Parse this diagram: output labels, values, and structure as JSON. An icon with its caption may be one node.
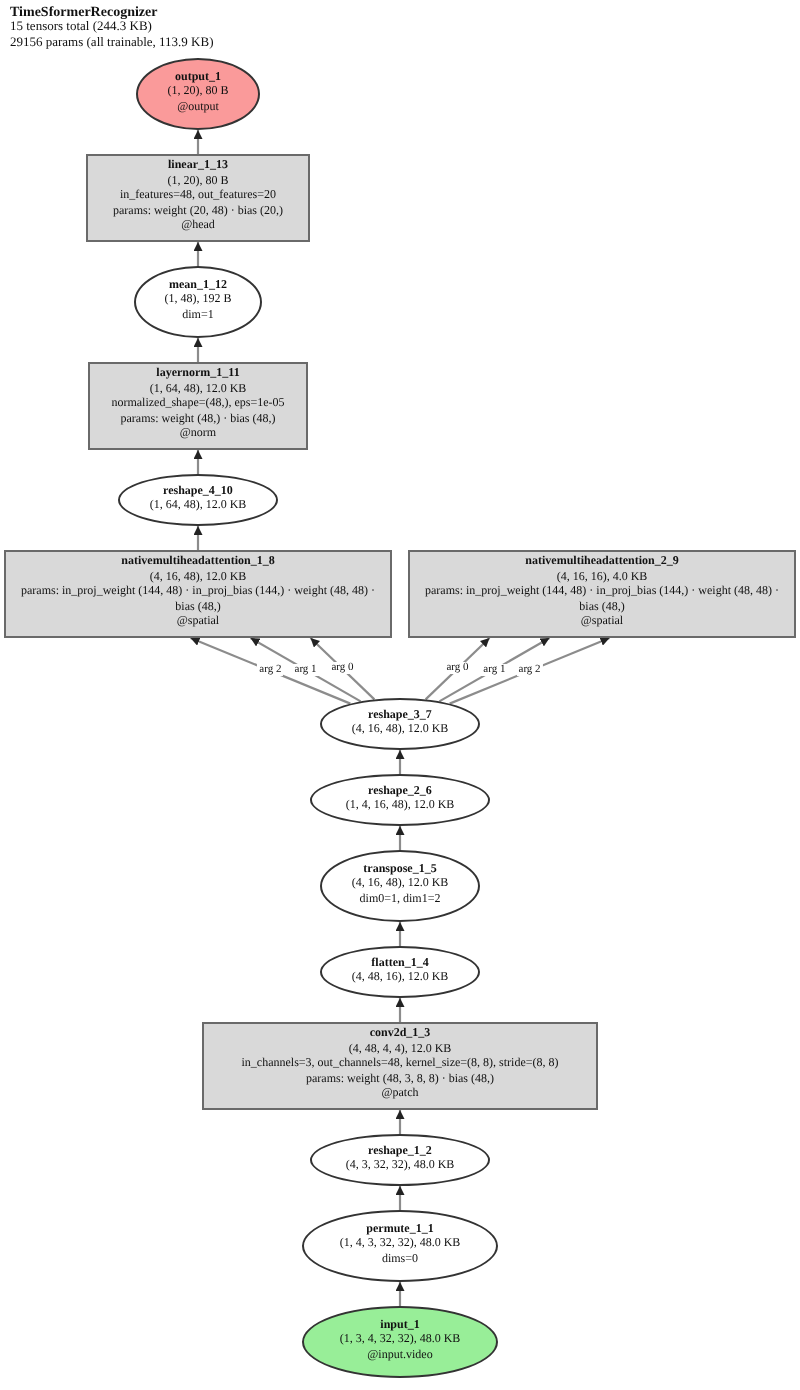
{
  "diagram": {
    "title": "TimeSformerRecognizer",
    "labels": [
      "15 tensors total (244.3 KB)",
      "29156 params (all trainable, 113.9 KB)"
    ],
    "nodes": [
      {
        "text": [
          "output_1",
          "(1, 20), 80 B",
          "@output"
        ]
      },
      {
        "text": [
          "linear_1_13",
          "(1, 20), 80 B",
          "in_features=48, out_features=20",
          "params: weight (20, 48) · bias (20,)",
          "@head"
        ]
      },
      {
        "text": [
          "mean_1_12",
          "(1, 48), 192 B",
          "dim=1"
        ]
      },
      {
        "text": [
          "layernorm_1_11",
          "(1, 64, 48), 12.0 KB",
          "normalized_shape=(48,), eps=1e-05",
          "params: weight (48,) · bias (48,)",
          "@norm"
        ]
      },
      {
        "text": [
          "reshape_4_10",
          "(1, 64, 48), 12.0 KB"
        ]
      },
      {
        "text": [
          "nativemultiheadattention_1_8",
          "(4, 16, 48), 12.0 KB",
          "params: in_proj_weight (144, 48) · in_proj_bias (144,) · weight (48, 48) · bias (48,)",
          "@spatial"
        ]
      },
      {
        "text": [
          "nativemultiheadattention_2_9",
          "(4, 16, 16), 4.0 KB",
          "params: in_proj_weight (144, 48) · in_proj_bias (144,) · weight (48, 48) · bias (48,)",
          "@spatial"
        ]
      },
      {
        "text": [
          "reshape_3_7",
          "(4, 16, 48), 12.0 KB"
        ]
      },
      {
        "text": [
          "reshape_2_6",
          "(1, 4, 16, 48), 12.0 KB"
        ]
      },
      {
        "text": [
          "transpose_1_5",
          "(4, 16, 48), 12.0 KB",
          "dim0=1, dim1=2"
        ]
      },
      {
        "text": [
          "flatten_1_4",
          "(4, 48, 16), 12.0 KB"
        ]
      },
      {
        "text": [
          "conv2d_1_3",
          "(4, 48, 4, 4), 12.0 KB",
          "in_channels=3, out_channels=48, kernel_size=(8, 8), stride=(8, 8)",
          "params: weight (48, 3, 8, 8) · bias (48,)",
          "@patch"
        ]
      },
      {
        "text": [
          "reshape_1_2",
          "(4, 3, 32, 32), 48.0 KB"
        ]
      },
      {
        "text": [
          "permute_1_1",
          "(1, 4, 3, 32, 32), 48.0 KB",
          "dims=0"
        ]
      },
      {
        "text": [
          "input_1",
          "(1, 3, 4, 32, 32), 48.0 KB",
          "@input.video"
        ]
      }
    ],
    "edges": [
      {
        "from": 14,
        "to": 13,
        "arrow": "to"
      },
      {
        "from": 13,
        "to": 12,
        "arrow": "to"
      },
      {
        "from": 12,
        "to": 11,
        "arrow": "to"
      },
      {
        "from": 11,
        "to": 10,
        "arrow": "to"
      },
      {
        "from": 10,
        "to": 9,
        "arrow": "to"
      },
      {
        "from": 9,
        "to": 8,
        "arrow": "to"
      },
      {
        "from": 8,
        "to": 7,
        "arrow": "to"
      },
      {
        "from": 7,
        "to": 5,
        "arrow": "to",
        "label": "arg 0"
      },
      {
        "from": 7,
        "to": 5,
        "arrow": "to",
        "label": "arg 1"
      },
      {
        "from": 7,
        "to": 5,
        "arrow": "to",
        "label": "arg 2"
      },
      {
        "from": 7,
        "to": 6,
        "arrow": "to",
        "label": "arg 0"
      },
      {
        "from": 7,
        "to": 6,
        "arrow": "to",
        "label": "arg 1"
      },
      {
        "from": 7,
        "to": 6,
        "arrow": "to",
        "label": "arg 2"
      },
      {
        "from": 5,
        "to": 4,
        "arrow": "to"
      },
      {
        "from": 4,
        "to": 3,
        "arrow": "to"
      },
      {
        "from": 3,
        "to": 2,
        "arrow": "to"
      },
      {
        "from": 2,
        "to": 1,
        "arrow": "to"
      },
      {
        "from": 1,
        "to": 0,
        "arrow": "to"
      }
    ]
  }
}
